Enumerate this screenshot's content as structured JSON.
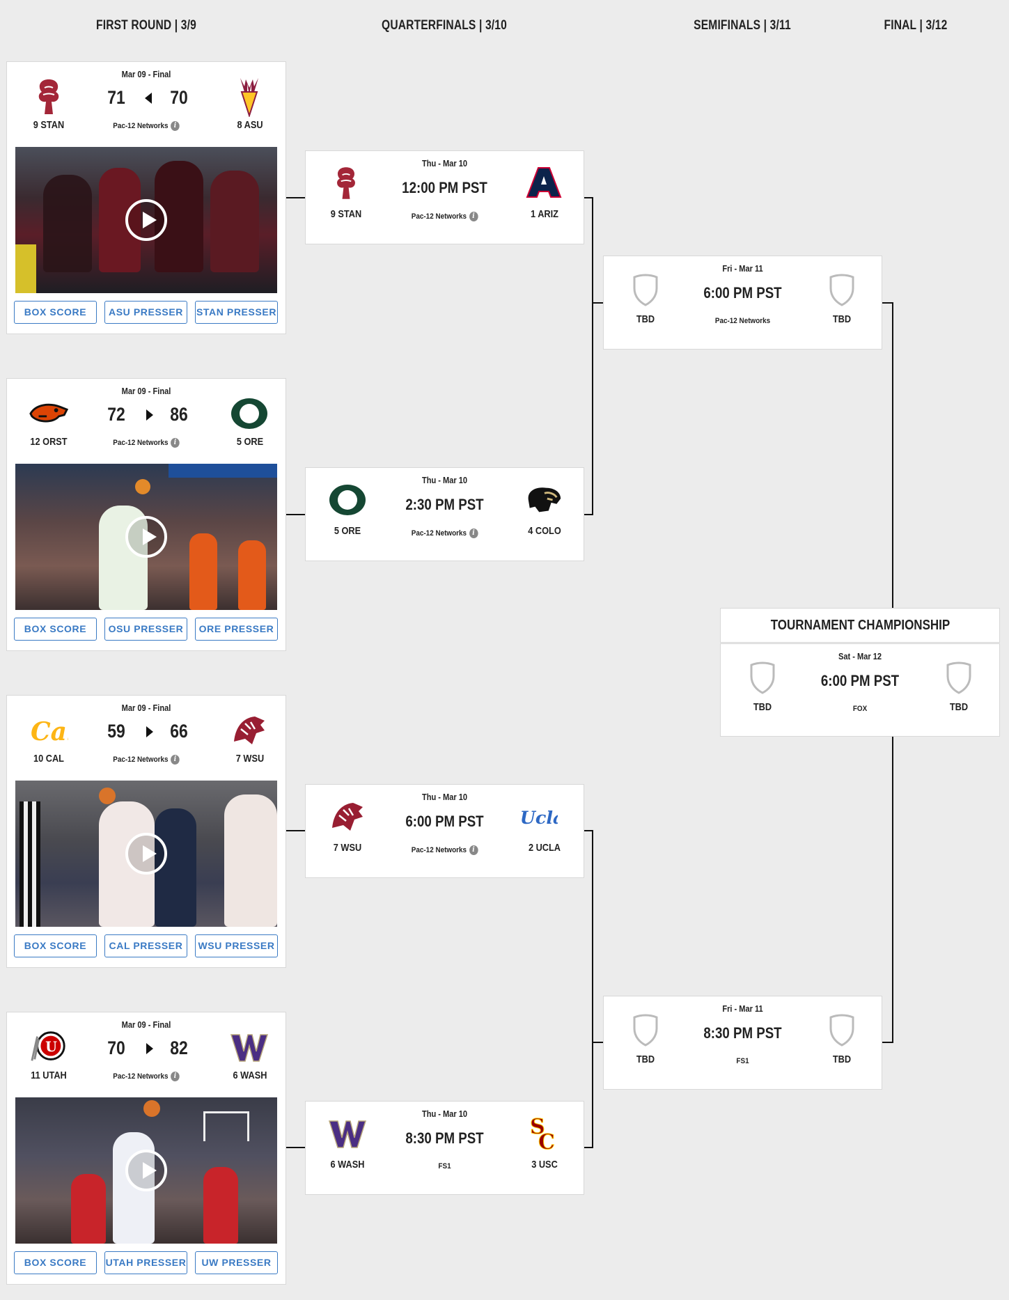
{
  "round_headers": [
    "FIRST ROUND | 3/9",
    "QUARTERFINALS | 3/10",
    "SEMIFINALS | 3/11",
    "FINAL | 3/12"
  ],
  "first_round": [
    {
      "status": "Mar 09 - Final",
      "away": "9 STAN",
      "home": "8 ASU",
      "away_score": "71",
      "home_score": "70",
      "winner": "away",
      "network": "Pac-12 Networks",
      "buttons": [
        "BOX SCORE",
        "ASU PRESSER",
        "STAN PRESSER"
      ],
      "away_logo": "stanford-tree-logo",
      "home_logo": "asu-pitchfork-logo"
    },
    {
      "status": "Mar 09 - Final",
      "away": "12 ORST",
      "home": "5 ORE",
      "away_score": "72",
      "home_score": "86",
      "winner": "home",
      "network": "Pac-12 Networks",
      "buttons": [
        "BOX SCORE",
        "OSU PRESSER",
        "ORE PRESSER"
      ],
      "away_logo": "oregon-state-beaver-logo",
      "home_logo": "oregon-o-logo"
    },
    {
      "status": "Mar 09 - Final",
      "away": "10 CAL",
      "home": "7 WSU",
      "away_score": "59",
      "home_score": "66",
      "winner": "home",
      "network": "Pac-12 Networks",
      "buttons": [
        "BOX SCORE",
        "CAL PRESSER",
        "WSU PRESSER"
      ],
      "away_logo": "cal-script-logo",
      "home_logo": "wsu-cougar-logo"
    },
    {
      "status": "Mar 09 - Final",
      "away": "11 UTAH",
      "home": "6 WASH",
      "away_score": "70",
      "home_score": "82",
      "winner": "home",
      "network": "Pac-12 Networks",
      "buttons": [
        "BOX SCORE",
        "UTAH PRESSER",
        "UW PRESSER"
      ],
      "away_logo": "utah-u-logo",
      "home_logo": "washington-w-logo"
    }
  ],
  "quarterfinals": [
    {
      "date": "Thu - Mar 10",
      "time": "12:00 PM PST",
      "away": "9 STAN",
      "home": "1 ARIZ",
      "network": "Pac-12 Networks",
      "info": true,
      "away_logo": "stanford-tree-logo",
      "home_logo": "arizona-a-logo"
    },
    {
      "date": "Thu - Mar 10",
      "time": "2:30 PM PST",
      "away": "5 ORE",
      "home": "4 COLO",
      "network": "Pac-12 Networks",
      "info": true,
      "away_logo": "oregon-o-logo",
      "home_logo": "colorado-buffalo-logo"
    },
    {
      "date": "Thu - Mar 10",
      "time": "6:00 PM PST",
      "away": "7 WSU",
      "home": "2 UCLA",
      "network": "Pac-12 Networks",
      "info": true,
      "away_logo": "wsu-cougar-logo",
      "home_logo": "ucla-script-logo"
    },
    {
      "date": "Thu - Mar 10",
      "time": "8:30 PM PST",
      "away": "6 WASH",
      "home": "3 USC",
      "network": "FS1",
      "info": false,
      "away_logo": "washington-w-logo",
      "home_logo": "usc-sc-logo"
    }
  ],
  "semifinals": [
    {
      "date": "Fri - Mar 11",
      "time": "6:00 PM PST",
      "away": "TBD",
      "home": "TBD",
      "network": "Pac-12 Networks"
    },
    {
      "date": "Fri - Mar 11",
      "time": "8:30 PM PST",
      "away": "TBD",
      "home": "TBD",
      "network": "FS1"
    }
  ],
  "final": {
    "heading": "TOURNAMENT CHAMPIONSHIP",
    "date": "Sat - Mar 12",
    "time": "6:00 PM PST",
    "away": "TBD",
    "home": "TBD",
    "network": "FOX"
  },
  "colors": {
    "link": "#3a7ac4",
    "background": "#ececec",
    "card": "#ffffff",
    "connector": "#111111"
  }
}
